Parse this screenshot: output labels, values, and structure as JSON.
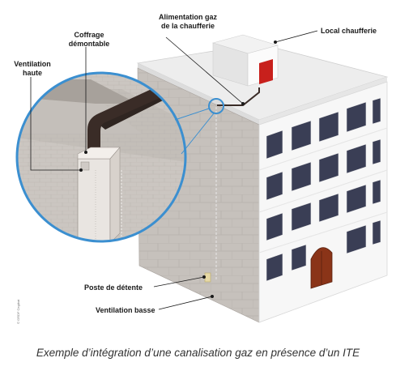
{
  "labels": {
    "local_chaufferie": "Local chaufferie",
    "alimentation_line1": "Alimentation gaz",
    "alimentation_line2": "de la chaufferie",
    "coffrage_line1": "Coffrage",
    "coffrage_line2": "démontable",
    "ventilation_haute_line1": "Ventilation",
    "ventilation_haute_line2": "haute",
    "poste_detente": "Poste de détente",
    "ventilation_basse": "Ventilation basse"
  },
  "credit": "© GRDF Cegibat",
  "caption": "Exemple d’intégration d’une canalisation gaz en présence d’un ITE",
  "colors": {
    "facade_side": "#c9c4bf",
    "facade_front": "#f7f7f7",
    "window": "#3a3e55",
    "door": "#8a3418",
    "boiler_door": "#c8201c",
    "magnifier_ring": "#3b8fd0",
    "pipe": "#3a2c27"
  }
}
